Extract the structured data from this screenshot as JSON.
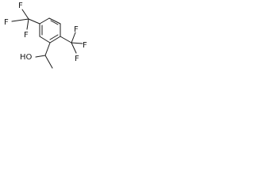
{
  "labels": {
    "cf3_left": "F",
    "cf3_left_top": "F",
    "cf3_left_bottom": "F",
    "cf3_right": "F",
    "cf3_right_top": "F",
    "cf3_right_bottom": "F",
    "hydroxyl": "HO"
  }
}
